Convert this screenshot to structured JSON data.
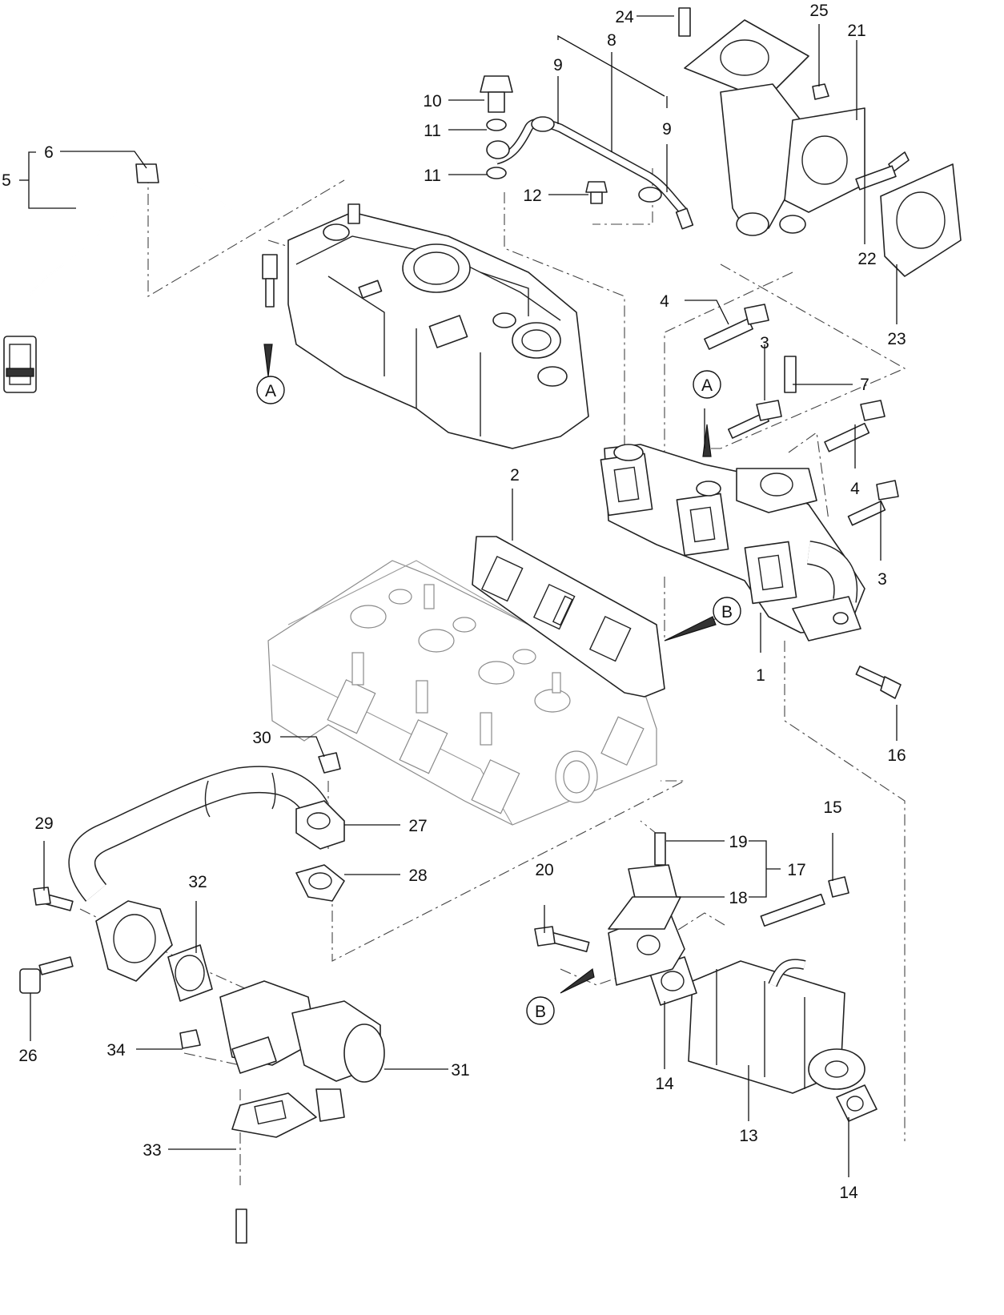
{
  "callouts": {
    "c1": "1",
    "c2": "2",
    "c3a": "3",
    "c3b": "3",
    "c4a": "4",
    "c4b": "4",
    "c5": "5",
    "c6": "6",
    "c7": "7",
    "c8": "8",
    "c9a": "9",
    "c9b": "9",
    "c10": "10",
    "c11a": "11",
    "c11b": "11",
    "c12": "12",
    "c13": "13",
    "c14a": "14",
    "c14b": "14",
    "c15": "15",
    "c16": "16",
    "c17": "17",
    "c18": "18",
    "c19": "19",
    "c20": "20",
    "c21": "21",
    "c22": "22",
    "c23": "23",
    "c24": "24",
    "c25": "25",
    "c26": "26",
    "c27": "27",
    "c28": "28",
    "c29": "29",
    "c30": "30",
    "c31": "31",
    "c32": "32",
    "c33": "33",
    "c34": "34"
  },
  "refs": {
    "a1": "A",
    "a2": "A",
    "b1": "B",
    "b2": "B"
  }
}
